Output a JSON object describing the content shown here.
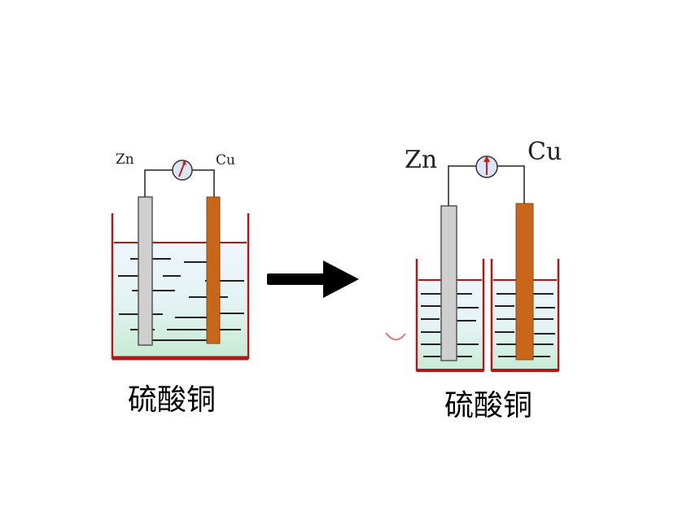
{
  "left_cell": {
    "anode_label": "Zn",
    "cathode_label": "Cu",
    "solution_label": "硫酸铜"
  },
  "right_cell": {
    "anode_label": "Zn",
    "cathode_label": "Cu",
    "solution_label": "硫酸铜"
  },
  "colors": {
    "zinc": "#cfcfcf",
    "copper": "#c8661a",
    "beaker": "#b01818",
    "solution_top": "#e9f4fb",
    "solution_bottom": "#c9ecd6",
    "arrow": "#000000"
  }
}
